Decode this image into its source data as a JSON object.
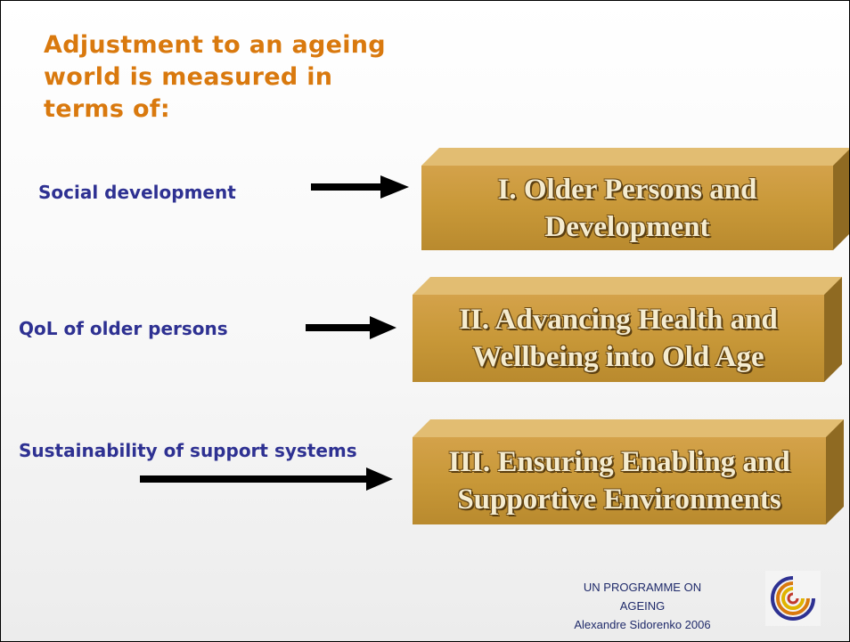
{
  "title": "Adjustment to an ageing world is measured in terms of:",
  "rows": [
    {
      "label": "Social development",
      "box_text": "I. Older Persons and Development"
    },
    {
      "label": "QoL of older persons",
      "box_text": "II. Advancing Health and Wellbeing into Old Age"
    },
    {
      "label": "Sustainability of support systems",
      "box_text": "III. Ensuring Enabling and Supportive Environments"
    }
  ],
  "footer": {
    "line1": "UN PROGRAMME ON AGEING",
    "line2": "Alexandre Sidorenko 2006"
  },
  "colors": {
    "title": "#d9790e",
    "labels": "#2e3192",
    "box": "#c89838",
    "box_text": "#f5ecd0"
  },
  "icons": [
    "arrow-right-icon",
    "un-ageing-logo"
  ]
}
